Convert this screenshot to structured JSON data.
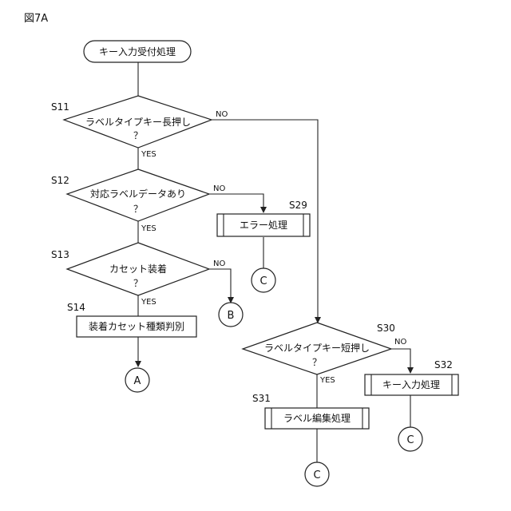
{
  "figure_label": "図7A",
  "start": {
    "label": "キー入力受付処理"
  },
  "steps": [
    {
      "id": "S11",
      "type": "decision",
      "line1": "ラベルタイプキー長押し",
      "line2": "？",
      "yes": "YES",
      "no": "NO"
    },
    {
      "id": "S12",
      "type": "decision",
      "line1": "対応ラベルデータあり",
      "line2": "？",
      "yes": "YES",
      "no": "NO"
    },
    {
      "id": "S13",
      "type": "decision",
      "line1": "カセット装着",
      "line2": "？",
      "yes": "YES",
      "no": "NO"
    },
    {
      "id": "S14",
      "type": "process",
      "label": "装着カセット種類判別"
    },
    {
      "id": "S29",
      "type": "subroutine",
      "label": "エラー処理"
    },
    {
      "id": "S30",
      "type": "decision",
      "line1": "ラベルタイプキー短押し",
      "line2": "？",
      "yes": "YES",
      "no": "NO"
    },
    {
      "id": "S31",
      "type": "subroutine",
      "label": "ラベル編集処理"
    },
    {
      "id": "S32",
      "type": "subroutine",
      "label": "キー入力処理"
    }
  ],
  "connectors": [
    {
      "id": "A",
      "label": "A"
    },
    {
      "id": "B",
      "label": "B"
    },
    {
      "id": "C1",
      "label": "C"
    },
    {
      "id": "C2",
      "label": "C"
    },
    {
      "id": "C3",
      "label": "C"
    }
  ]
}
